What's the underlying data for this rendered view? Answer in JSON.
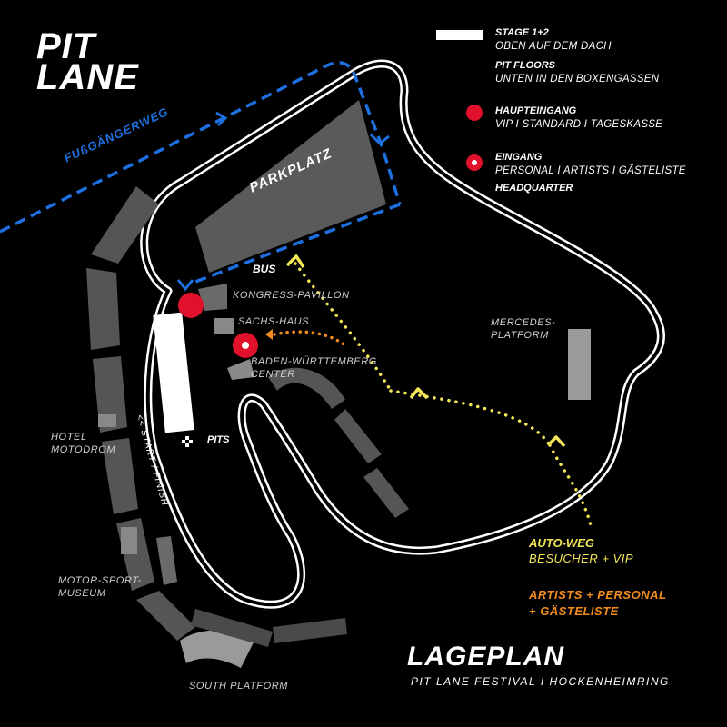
{
  "logo": {
    "line1": "PIT",
    "line2": "LANE"
  },
  "legend": {
    "stage_title": "STAGE 1+2",
    "stage_sub": "OBEN AUF DEM DACH",
    "pitfloors_title": "PIT FLOORS",
    "pitfloors_sub": "UNTEN IN DEN BOXENGASSEN",
    "main_entrance_title": "HAUPTEINGANG",
    "main_entrance_sub": "VIP  I  STANDARD  I  TAGESKASSE",
    "entrance_title": "EINGANG",
    "entrance_sub": "PERSONAL  I  ARTISTS  I GÄSTELISTE",
    "hq_title": "HEADQUARTER"
  },
  "labels": {
    "footpath": "FUßGÄNGERWEG",
    "parking": "PARKPLATZ",
    "bus": "BUS",
    "kongress": "KONGRESS-PAVILLON",
    "sachs": "SACHS-HAUS",
    "bw_line1": "BADEN-WÜRTTEMBERG",
    "bw_line2": "CENTER",
    "mercedes_line1": "MERCEDES-",
    "mercedes_line2": "PLATFORM",
    "hotel_line1": "HOTEL",
    "hotel_line2": "MOTODROM",
    "start_finish": "<<  START / FINISH",
    "pits": "PITS",
    "museum_line1": "MOTOR-SPORT-",
    "museum_line2": "MUSEUM",
    "south": "SOUTH PLATFORM"
  },
  "routes": {
    "car_title": "AUTO-WEG",
    "car_sub": "BESUCHER + VIP",
    "artists_line1": "ARTISTS + PERSONAL",
    "artists_line2": "+ GÄSTELISTE"
  },
  "footer": {
    "title": "LAGEPLAN",
    "subtitle": "PIT LANE FESTIVAL   I   HOCKENHEIMRING"
  },
  "colors": {
    "background": "#000000",
    "track": "#ffffff",
    "building": "#5a5a5a",
    "footpath": "#1e6fe0",
    "entrance_red": "#e0112b",
    "car_route": "#f3e657",
    "artist_route": "#f28c1e"
  }
}
